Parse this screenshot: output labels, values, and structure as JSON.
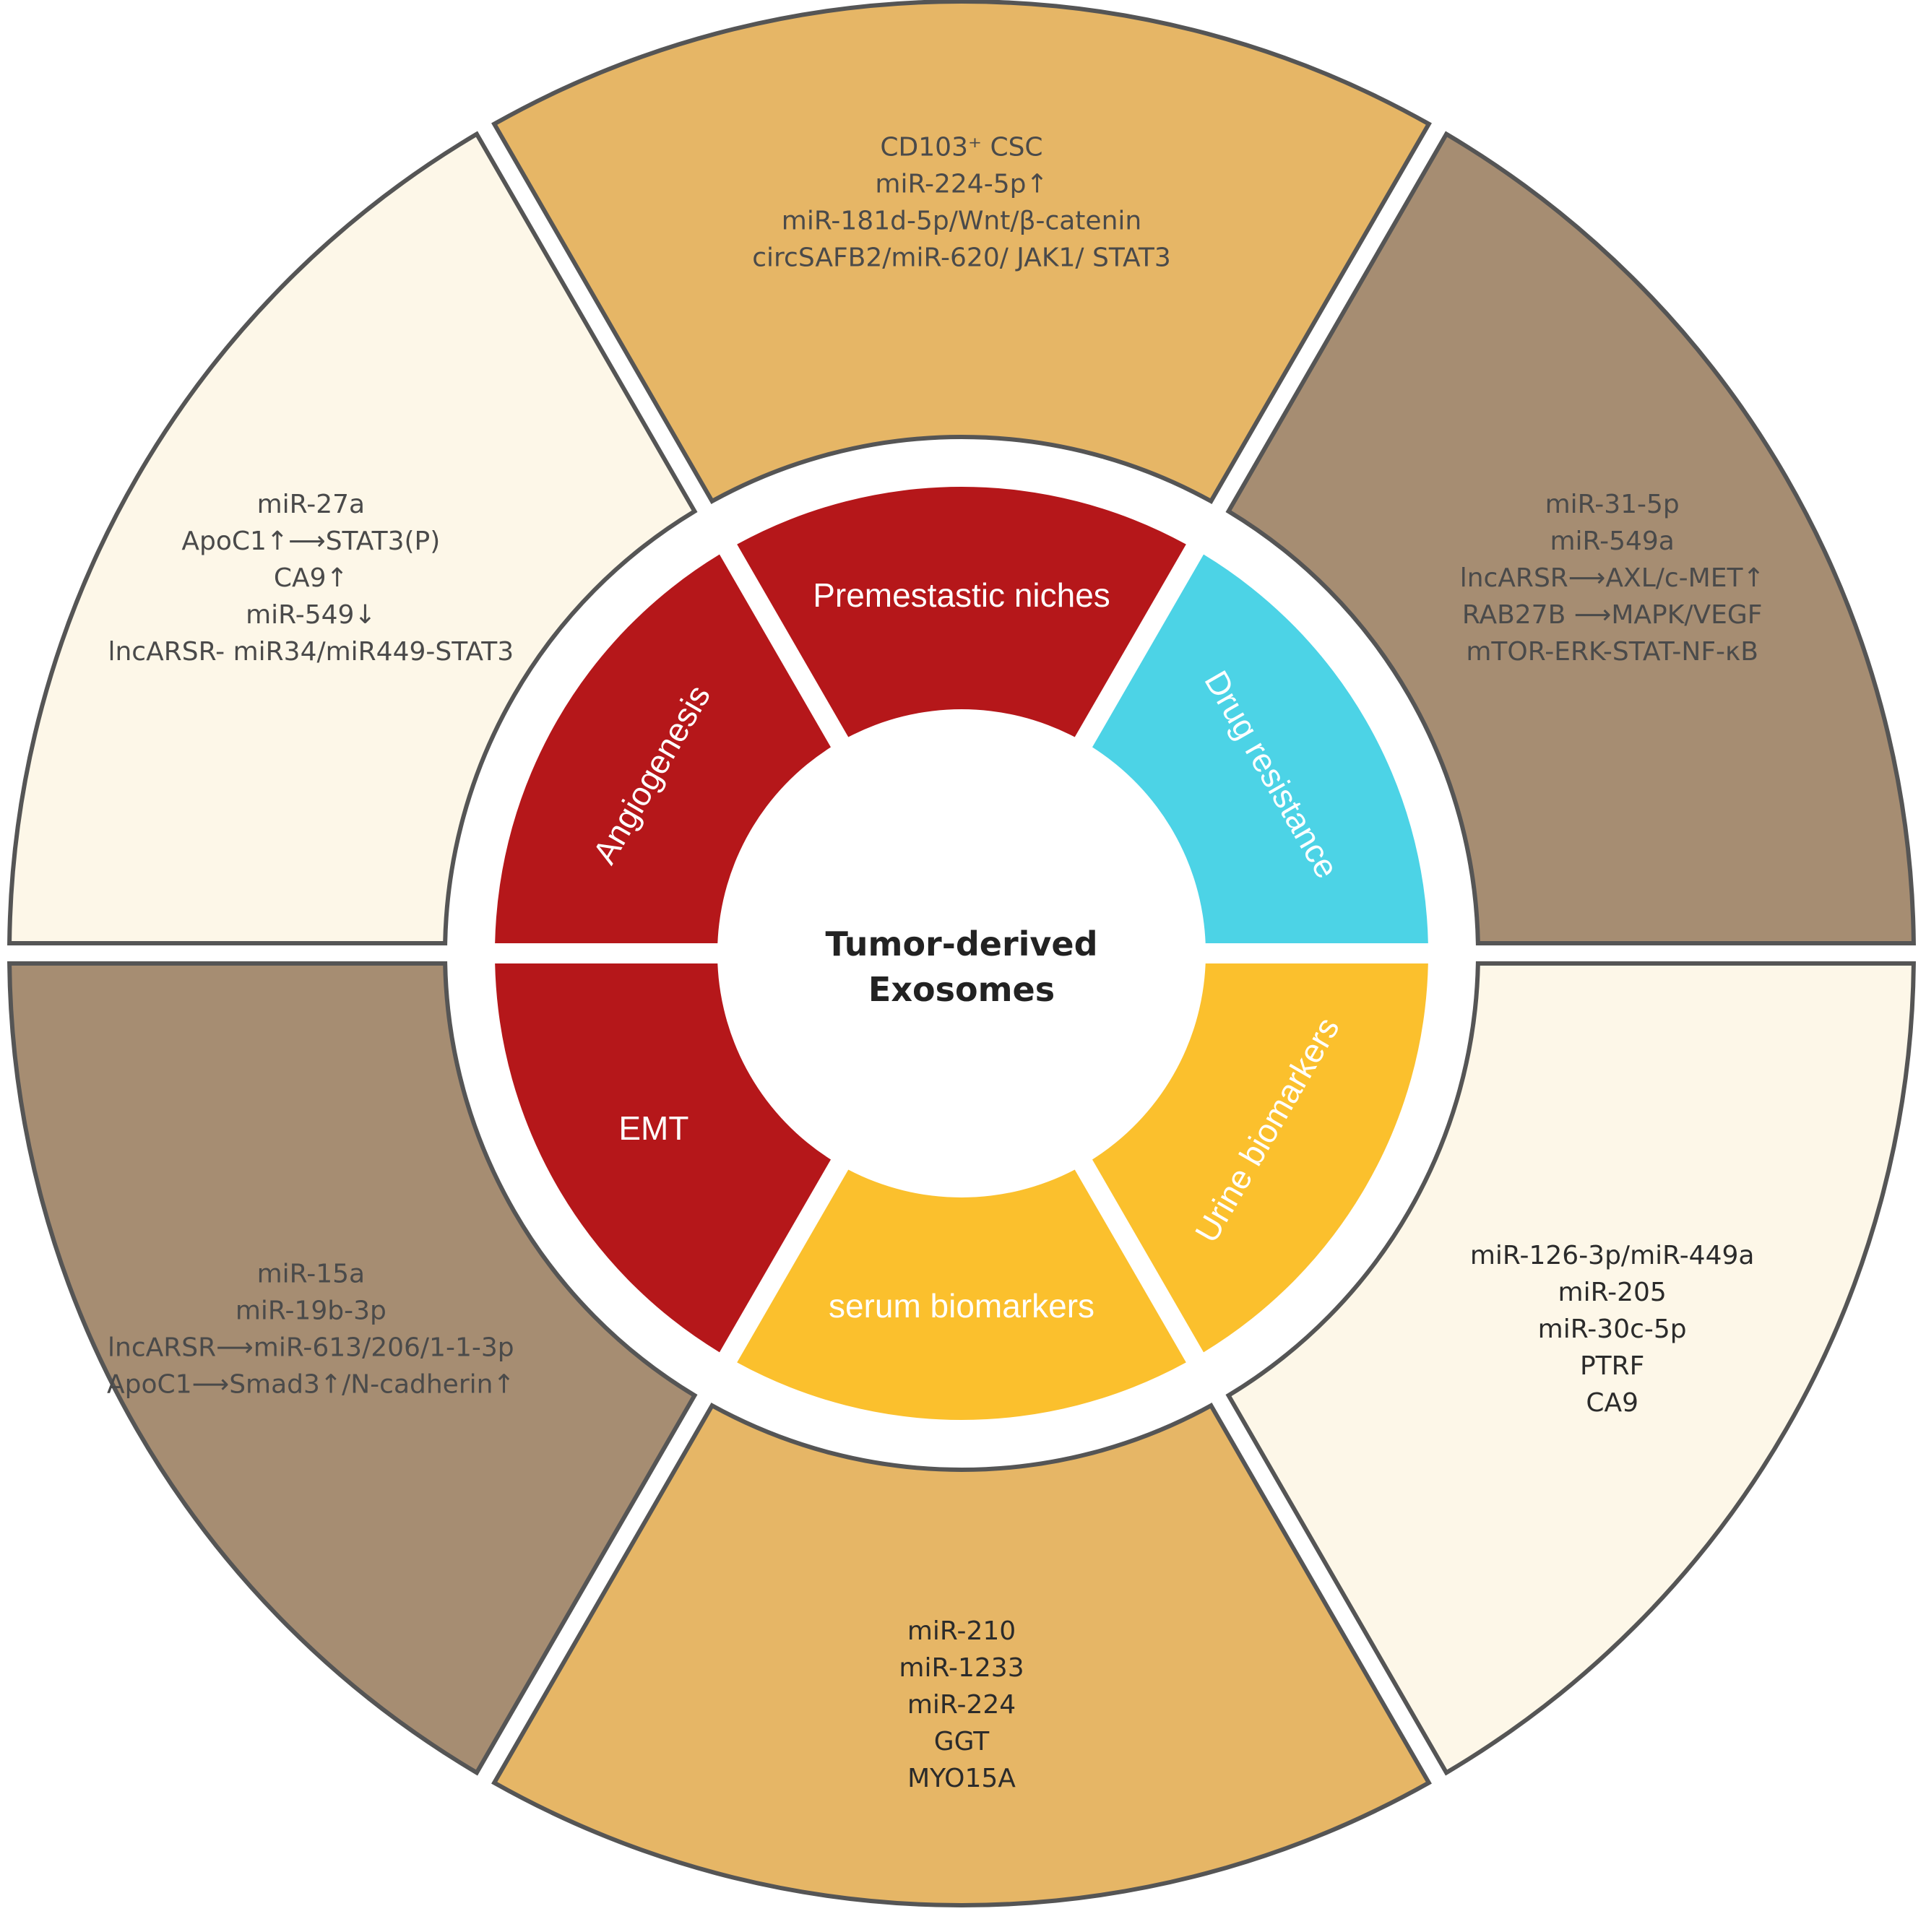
{
  "center": {
    "title_line1": "Tumor-derived",
    "title_line2": "Exosomes"
  },
  "inner": [
    {
      "id": "premetastatic",
      "label": "Premestastic niches",
      "color": "#b5171a"
    },
    {
      "id": "drug",
      "label": "Drug resistance",
      "color": "#4cd3e6"
    },
    {
      "id": "urine",
      "label": "Urine biomarkers",
      "color": "#fbc02d"
    },
    {
      "id": "serum",
      "label": "serum biomarkers",
      "color": "#fbc02d"
    },
    {
      "id": "emt",
      "label": "EMT",
      "color": "#b5171a"
    },
    {
      "id": "angio",
      "label": "Angiogenesis",
      "color": "#b5171a"
    }
  ],
  "outer": [
    {
      "id": "premetastatic",
      "color": "#e6b666",
      "lines": [
        "CD103⁺ CSC",
        "miR-224-5p↑",
        "miR-181d-5p/Wnt/β-catenin",
        "circSAFB2/miR-620/ JAK1/ STAT3"
      ]
    },
    {
      "id": "drug",
      "color": "#a68d72",
      "lines": [
        "miR-31-5p",
        "miR-549a",
        "lncARSR⟶AXL/c-MET↑",
        "RAB27B ⟶MAPK/VEGF",
        "mTOR-ERK-STAT-NF-κB"
      ]
    },
    {
      "id": "urine",
      "color": "#fdf7e8",
      "lines": [
        "miR-126-3p/miR-449a",
        "miR-205",
        "miR-30c-5p",
        "PTRF",
        "CA9"
      ]
    },
    {
      "id": "serum",
      "color": "#e6b666",
      "lines": [
        "miR-210",
        "miR-1233",
        "miR-224",
        "GGT",
        "MYO15A"
      ]
    },
    {
      "id": "emt",
      "color": "#a68d72",
      "lines": [
        "miR-15a",
        "miR-19b-3p",
        "lncARSR⟶miR-613/206/1-1-3p",
        "ApoC1⟶Smad3↑/N-cadherin↑"
      ]
    },
    {
      "id": "angio",
      "color": "#fdf7e8",
      "lines": [
        "miR-27a",
        "ApoC1↑⟶STAT3(P)",
        "CA9↑",
        "miR-549↓",
        "lncARSR- miR34/miR449-STAT3"
      ]
    }
  ]
}
